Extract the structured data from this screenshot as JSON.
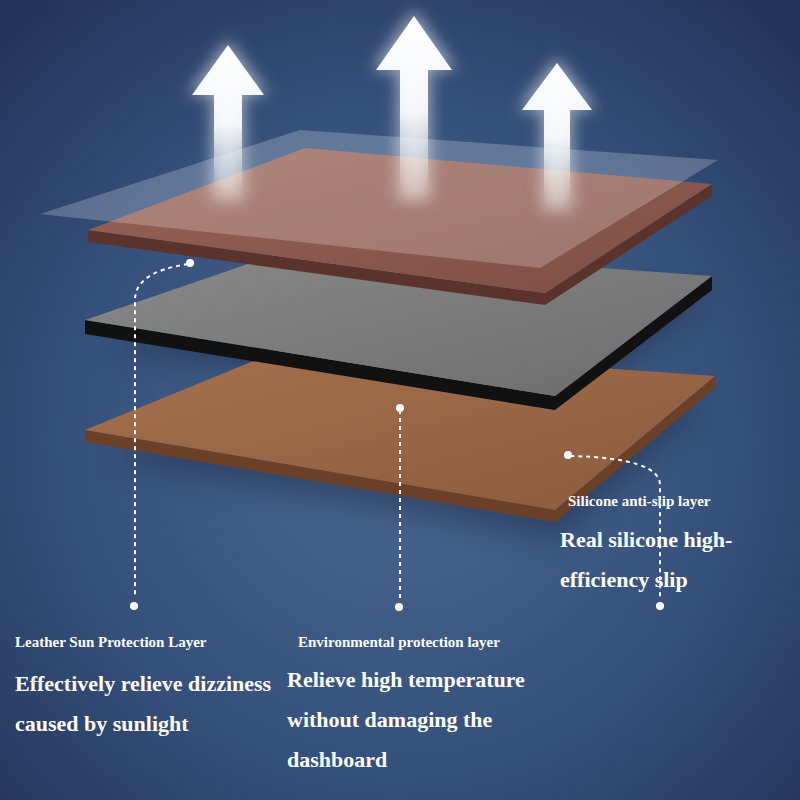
{
  "diagram": {
    "labels": [
      "Silicone anti-slip layer",
      "Real silicone high-efficiency slip",
      "Leather Sun Protection Layer",
      "Effectively relieve dizziness caused by sunlight",
      "Environmental protection layer",
      "Relieve high temperature without damaging the dashboard"
    ]
  }
}
